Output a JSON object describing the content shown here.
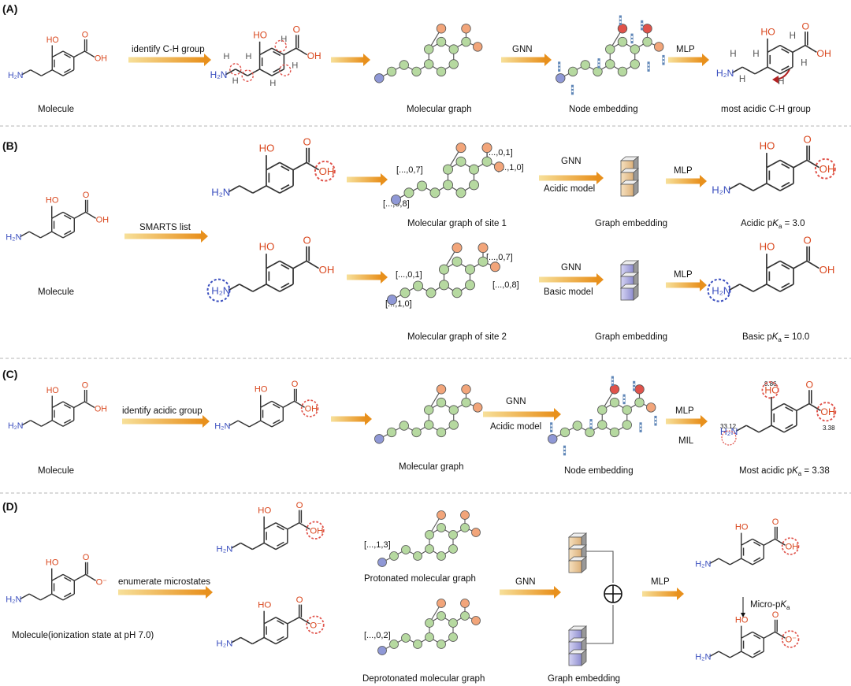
{
  "panels": {
    "A": {
      "tag": "(A)",
      "label_molecule": "Molecule",
      "arrow_identify": "identify C-H group",
      "label_graph": "Molecular graph",
      "arrow_gnn": "GNN",
      "label_node_emb": "Node embedding",
      "arrow_mlp": "MLP",
      "label_result": "most acidic C-H group"
    },
    "B": {
      "tag": "(B)",
      "label_molecule": "Molecule",
      "arrow_smarts": "SMARTS list",
      "site1": {
        "idx_a": "[...,0,7]",
        "idx_b": "[...,0,8]",
        "idx_c": "[...,0,1]",
        "idx_d": "[...,1,0]",
        "arrow_gnn": "GNN",
        "model": "Acidic model",
        "arrow_mlp": "MLP",
        "label_graph": "Molecular graph of site 1",
        "label_emb": "Graph embedding",
        "result_prefix": "Acidic p",
        "result_k": "K",
        "result_sub": "a",
        "result_value": " = 3.0"
      },
      "site2": {
        "idx_a": "[...,0,1]",
        "idx_b": "[...,1,0]",
        "idx_c": "[...,0,7]",
        "idx_d": "[...,0,8]",
        "arrow_gnn": "GNN",
        "model": "Basic model",
        "arrow_mlp": "MLP",
        "label_graph": "Molecular graph of site 2",
        "label_emb": "Graph embedding",
        "result_prefix": "Basic p",
        "result_k": "K",
        "result_sub": "a",
        "result_value": " = 10.0"
      }
    },
    "C": {
      "tag": "(C)",
      "label_molecule": "Molecule",
      "arrow_identify": "identify acidic group",
      "label_graph": "Molecular graph",
      "arrow_gnn": "GNN",
      "model": "Acidic model",
      "label_node_emb": "Node embedding",
      "arrow_mlp": "MLP",
      "mil": "MIL",
      "val_oh": "8.86",
      "val_nh": "33.12",
      "val_cooh": "3.38",
      "result_prefix": "Most acidic p",
      "result_k": "K",
      "result_sub": "a",
      "result_value": " = 3.38"
    },
    "D": {
      "tag": "(D)",
      "label_molecule": "Molecule(ionization state at pH 7.0)",
      "arrow_enum": "enumerate microstates",
      "idx_prot": "[...,1,3]",
      "idx_deprot": "[...,0,2]",
      "label_prot": "Protonated molecular graph",
      "label_deprot": "Deprotonated molecular graph",
      "arrow_gnn": "GNN",
      "label_emb": "Graph embedding",
      "arrow_mlp": "MLP",
      "micro_prefix": "Micro-p",
      "micro_k": "K",
      "micro_sub": "a"
    }
  },
  "atoms": {
    "O": "O",
    "OH": "OH",
    "HO": "HO",
    "H2N": "H₂N",
    "H": "H",
    "Ominus": "O⁻"
  },
  "colors": {
    "node_green": "#b6d9a0",
    "node_orange": "#f2a57a",
    "node_red": "#e0524a",
    "node_blue": "#8f98d6",
    "arrow_start": "#f6d07a",
    "arrow_end": "#e8951e",
    "acid_circle": "#e0524a",
    "base_circle": "#3b4fbf",
    "emb_orange": "#f3d3a6",
    "emb_purple": "#b7b6e8"
  }
}
